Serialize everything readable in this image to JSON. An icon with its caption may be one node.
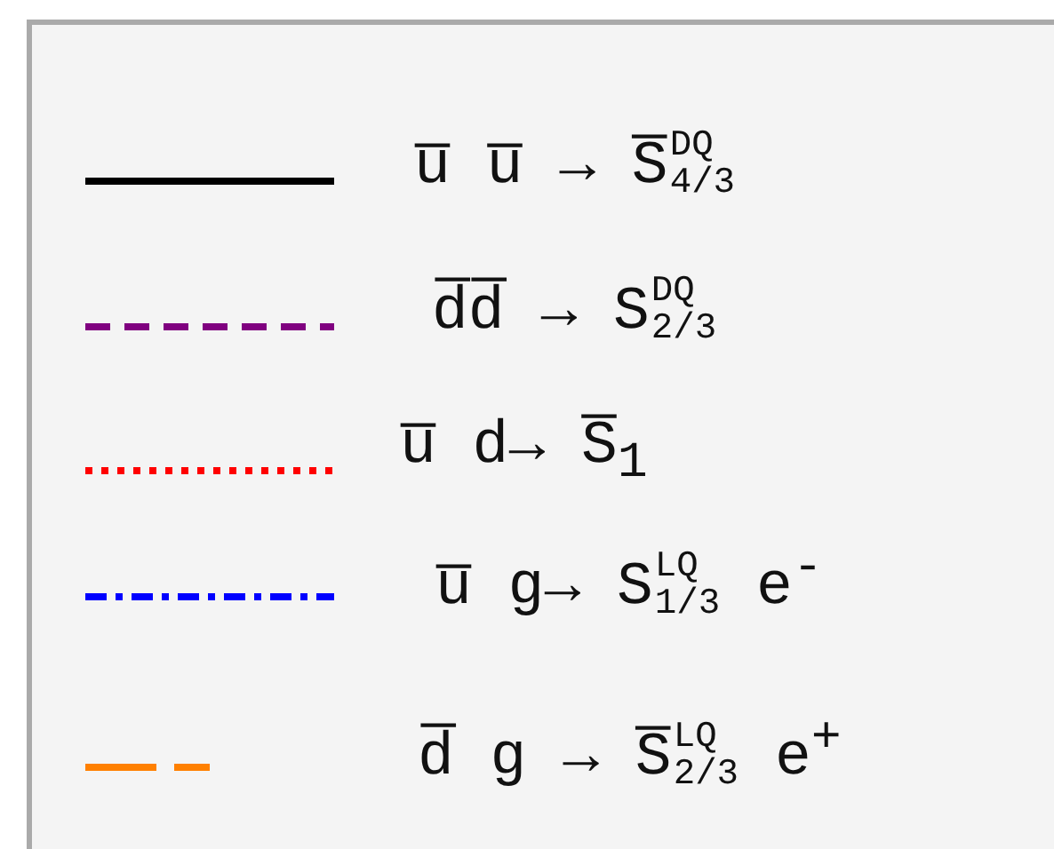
{
  "diagram": {
    "legend": [
      {
        "text": "u̅ u̅ → S̅$^{DQ}$$_{4/3}$"
      },
      {
        "text": "d̅d̅ → S$^{DQ}$$_{2/3}$"
      },
      {
        "text": "u̅ d→ S̅$_{1}$"
      },
      {
        "text": "u̅ g→ S$^{LQ}$$_{1/3}$ e$^{-}$"
      },
      {
        "text": "d̅ g → S̅$^{LQ}$$_{2/3}$ e$^{+}$"
      }
    ]
  }
}
